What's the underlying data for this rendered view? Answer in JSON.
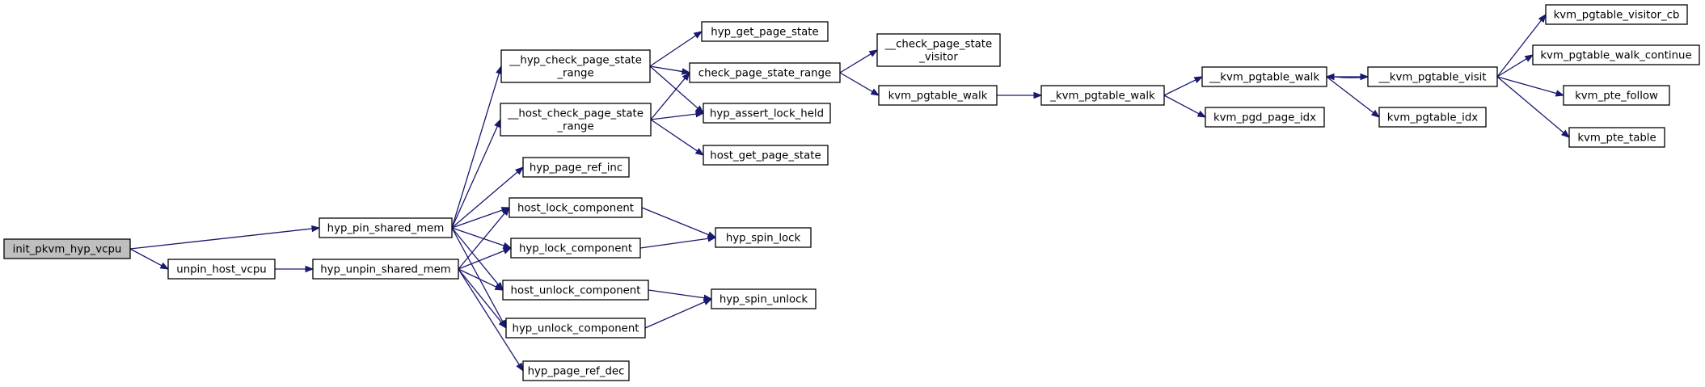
{
  "graph": {
    "colors": {
      "edge": "#191970",
      "node_border": "#000000",
      "root_fill": "#bfbfbf",
      "node_fill": "#ffffff"
    },
    "nodes": {
      "n0": {
        "lines": [
          "init_pkvm_hyp_vcpu"
        ]
      },
      "n1": {
        "lines": [
          "hyp_pin_shared_mem"
        ]
      },
      "n2": {
        "lines": [
          "__hyp_check_page_state",
          "_range"
        ]
      },
      "n3": {
        "lines": [
          "hyp_get_page_state"
        ]
      },
      "n4": {
        "lines": [
          "check_page_state_range"
        ]
      },
      "n5": {
        "lines": [
          "__check_page_state",
          "_visitor"
        ]
      },
      "n6": {
        "lines": [
          "kvm_pgtable_walk"
        ]
      },
      "n7": {
        "lines": [
          "_kvm_pgtable_walk"
        ]
      },
      "n8": {
        "lines": [
          "__kvm_pgtable_walk"
        ]
      },
      "n9": {
        "lines": [
          "__kvm_pgtable_visit"
        ]
      },
      "n10": {
        "lines": [
          "kvm_pgtable_visitor_cb"
        ]
      },
      "n11": {
        "lines": [
          "kvm_pgtable_walk_continue"
        ]
      },
      "n12": {
        "lines": [
          "kvm_pte_follow"
        ]
      },
      "n13": {
        "lines": [
          "kvm_pte_table"
        ]
      },
      "n14": {
        "lines": [
          "kvm_pgtable_idx"
        ]
      },
      "n15": {
        "lines": [
          "kvm_pgd_page_idx"
        ]
      },
      "n16": {
        "lines": [
          "hyp_assert_lock_held"
        ]
      },
      "n17": {
        "lines": [
          "__host_check_page_state",
          "_range"
        ]
      },
      "n18": {
        "lines": [
          "host_get_page_state"
        ]
      },
      "n19": {
        "lines": [
          "hyp_page_ref_inc"
        ]
      },
      "n20": {
        "lines": [
          "host_lock_component"
        ]
      },
      "n21": {
        "lines": [
          "hyp_spin_lock"
        ]
      },
      "n22": {
        "lines": [
          "hyp_lock_component"
        ]
      },
      "n23": {
        "lines": [
          "host_unlock_component"
        ]
      },
      "n24": {
        "lines": [
          "hyp_spin_unlock"
        ]
      },
      "n25": {
        "lines": [
          "hyp_unlock_component"
        ]
      },
      "n26": {
        "lines": [
          "unpin_host_vcpu"
        ]
      },
      "n27": {
        "lines": [
          "hyp_unpin_shared_mem"
        ]
      },
      "n28": {
        "lines": [
          "hyp_page_ref_dec"
        ]
      }
    },
    "edges": [
      [
        "n0",
        "n1"
      ],
      [
        "n0",
        "n26"
      ],
      [
        "n1",
        "n2"
      ],
      [
        "n1",
        "n17"
      ],
      [
        "n1",
        "n19"
      ],
      [
        "n1",
        "n20"
      ],
      [
        "n1",
        "n22"
      ],
      [
        "n1",
        "n23"
      ],
      [
        "n1",
        "n25"
      ],
      [
        "n2",
        "n3"
      ],
      [
        "n2",
        "n4"
      ],
      [
        "n2",
        "n16"
      ],
      [
        "n4",
        "n5"
      ],
      [
        "n4",
        "n6"
      ],
      [
        "n6",
        "n7"
      ],
      [
        "n7",
        "n8"
      ],
      [
        "n7",
        "n15"
      ],
      [
        "n8",
        "n9"
      ],
      [
        "n8",
        "n14"
      ],
      [
        "n9",
        "n8"
      ],
      [
        "n9",
        "n10"
      ],
      [
        "n9",
        "n11"
      ],
      [
        "n9",
        "n12"
      ],
      [
        "n9",
        "n13"
      ],
      [
        "n17",
        "n4"
      ],
      [
        "n17",
        "n16"
      ],
      [
        "n17",
        "n18"
      ],
      [
        "n20",
        "n21"
      ],
      [
        "n22",
        "n21"
      ],
      [
        "n23",
        "n24"
      ],
      [
        "n25",
        "n24"
      ],
      [
        "n26",
        "n27"
      ],
      [
        "n27",
        "n20"
      ],
      [
        "n27",
        "n22"
      ],
      [
        "n27",
        "n23"
      ],
      [
        "n27",
        "n25"
      ],
      [
        "n27",
        "n28"
      ]
    ]
  }
}
